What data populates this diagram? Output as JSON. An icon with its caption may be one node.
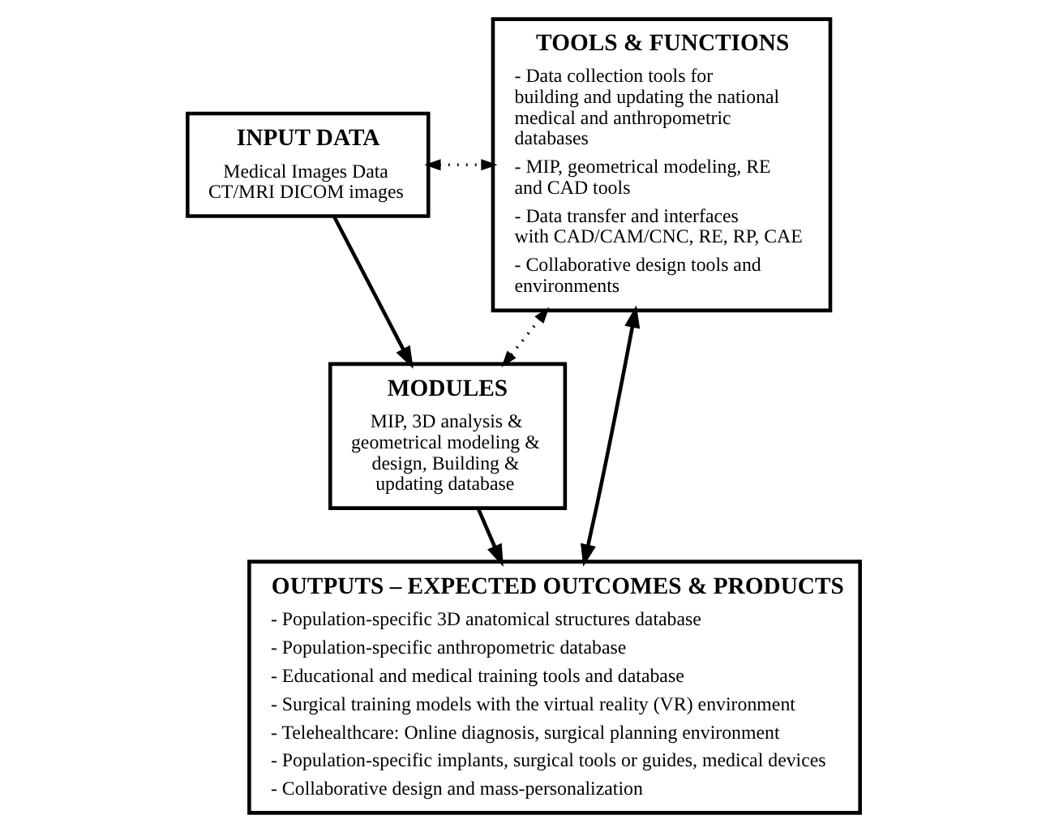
{
  "diagram": {
    "nodes": [
      {
        "text": [
          "INPUT DATA",
          "Medical Images Data CT/MRI DICOM images"
        ]
      },
      {
        "text": [
          "MODULES",
          "MIP, 3D analysis & geometrical modeling & design, Building & updating database"
        ]
      },
      {
        "text": [
          "TOOLS & FUNCTIONS",
          "- Data collection tools for building and updating the national medical and anthropometric databases",
          "- MIP, geometrical modeling, RE and CAD tools",
          "- Data transfer and interfaces with CAD/CAM/CNC, RE, RP, CAE",
          "- Collaborative design tools and environments"
        ]
      },
      {
        "text": [
          "OUTPUTS – EXPECTED OUTCOMES & PRODUCTS",
          "- Population-specific 3D anatomical structures database",
          "- Population-specific anthropometric database",
          "- Educational and medical training tools and database",
          "- Surgical training models with the virtual reality (VR) environment",
          "- Telehealthcare: Online diagnosis, surgical planning environment",
          "- Population-specific implants, surgical tools or guides, medical devices",
          "- Collaborative design and mass-personalization"
        ]
      }
    ],
    "edges": [
      {
        "from": 0,
        "to": 1,
        "arrow": "to"
      },
      {
        "from": 0,
        "to": 2,
        "arrow": "both",
        "style": "dashed"
      },
      {
        "from": 1,
        "to": 2,
        "arrow": "both",
        "style": "dashed"
      },
      {
        "from": 1,
        "to": 3,
        "arrow": "to"
      },
      {
        "from": 2,
        "to": 3,
        "arrow": "both"
      }
    ]
  }
}
